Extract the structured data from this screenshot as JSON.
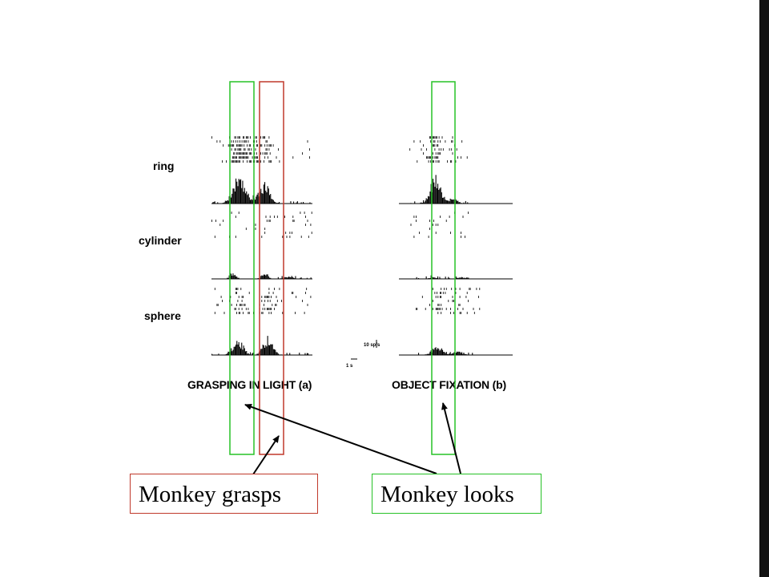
{
  "conditions": [
    "ring",
    "cylinder",
    "sphere"
  ],
  "panels": {
    "grasping": {
      "title": "GRASPING IN LIGHT (a)"
    },
    "fixation": {
      "title": "OBJECT FIXATION (b)"
    }
  },
  "scale_bar": {
    "rate": "10 sp/s",
    "time": "1 s"
  },
  "callouts": {
    "grasps": {
      "label": "Monkey grasps",
      "color": "#c0392b"
    },
    "looks": {
      "label": "Monkey looks",
      "color": "#27c227"
    }
  }
}
